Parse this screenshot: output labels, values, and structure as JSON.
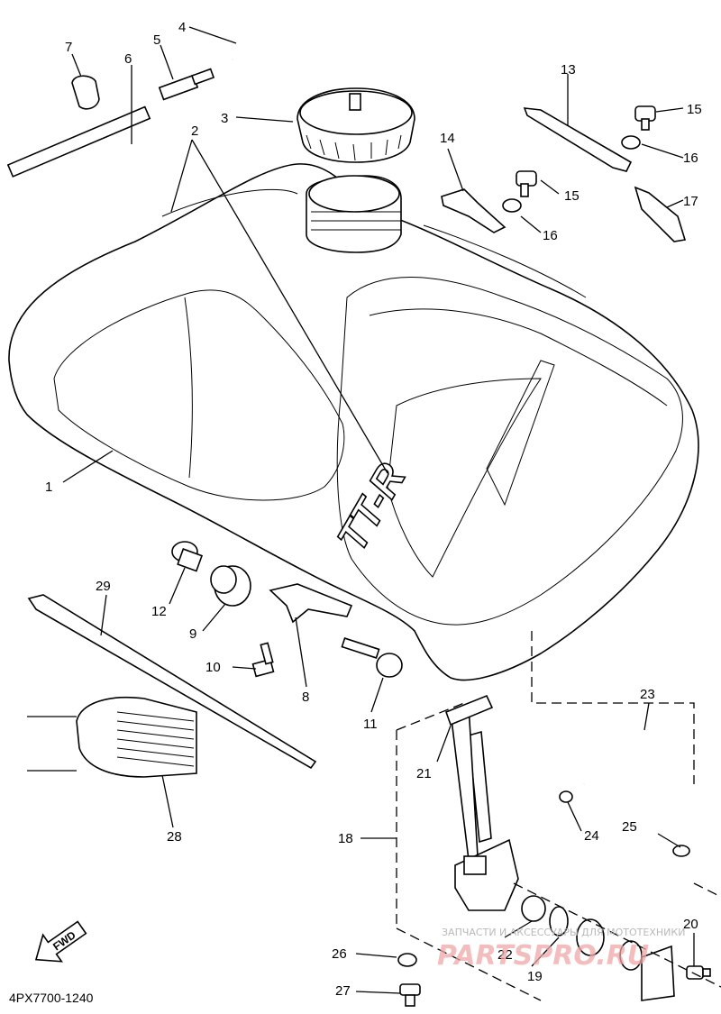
{
  "diagram": {
    "code": "4PX7700-1240",
    "fwd_label": "FWD",
    "watermark_line": "ЗАПЧАСТИ И АКСЕССУАРЫ ДЛЯ МОТОТЕХНИКИ",
    "watermark_brand": "PARTSPRO.RU",
    "tank_logo": "TT-R",
    "callouts": [
      "1",
      "2",
      "3",
      "4",
      "5",
      "6",
      "7",
      "8",
      "9",
      "10",
      "11",
      "12",
      "13",
      "14",
      "15",
      "15",
      "16",
      "16",
      "17",
      "18",
      "19",
      "20",
      "21",
      "22",
      "23",
      "24",
      "25",
      "26",
      "27",
      "28",
      "29"
    ]
  },
  "colors": {
    "ink": "#000000",
    "paper": "#ffffff",
    "watermark": "#e88a8a"
  }
}
